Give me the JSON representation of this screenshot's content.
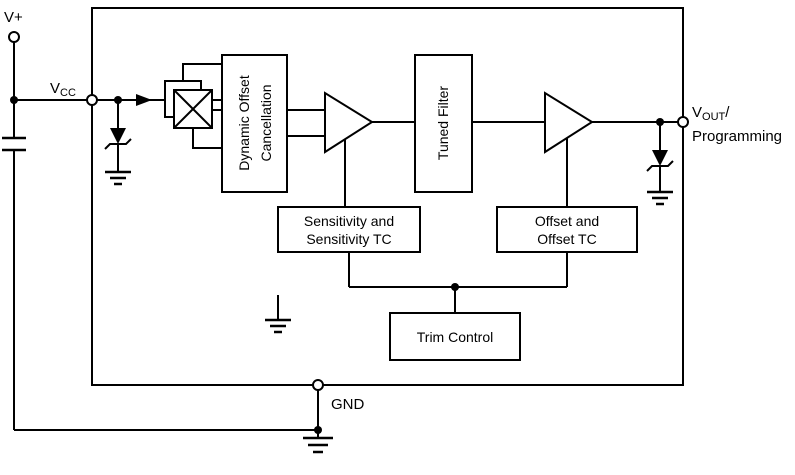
{
  "labels": {
    "v_plus": "V+",
    "vcc_base": "V",
    "vcc_sub": "CC",
    "vout_base": "V",
    "vout_sub": "OUT",
    "vout_slash": "/",
    "programming": "Programming",
    "gnd": "GND"
  },
  "blocks": {
    "dynamic_offset": {
      "line1": "Dynamic Offset",
      "line2": "Cancellation"
    },
    "tuned_filter": {
      "label": "Tuned Filter"
    },
    "sensitivity": {
      "line1": "Sensitivity and",
      "line2": "Sensitivity TC"
    },
    "offset": {
      "line1": "Offset and",
      "line2": "Offset TC"
    },
    "trim_control": {
      "label": "Trim Control"
    }
  },
  "colors": {
    "line": "#000000",
    "background": "#ffffff"
  }
}
